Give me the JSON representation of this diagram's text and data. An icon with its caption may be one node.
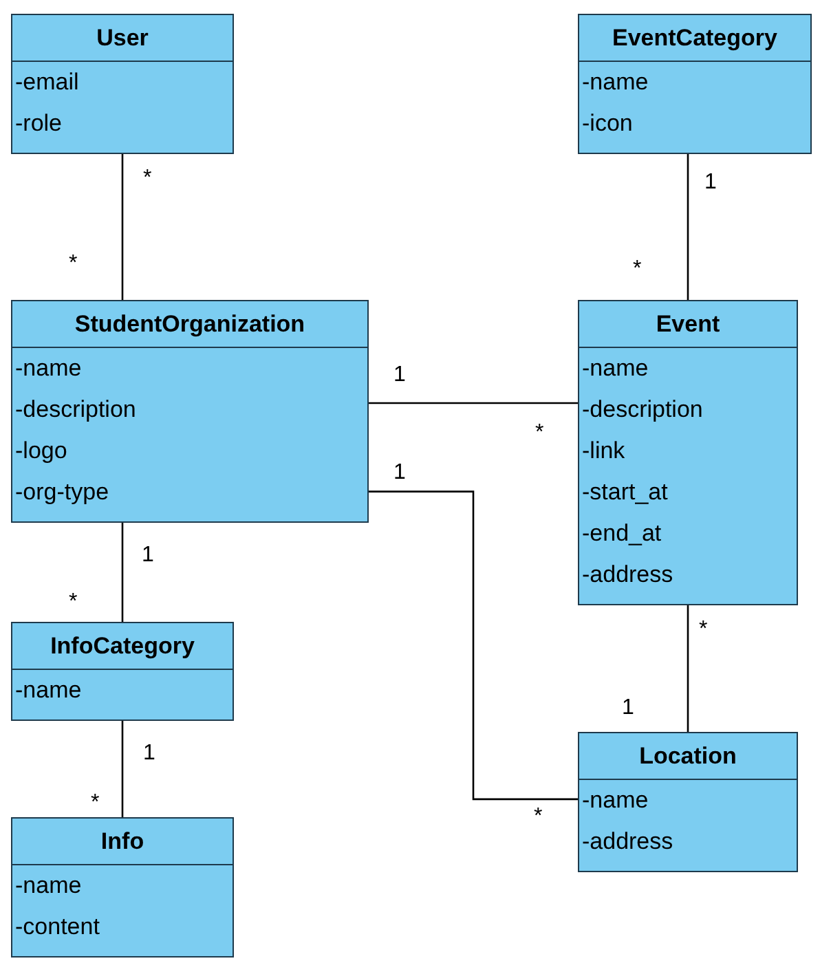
{
  "diagram": {
    "nodes": [
      {
        "text": [
          "User",
          "-email",
          "-role"
        ]
      },
      {
        "text": [
          "EventCategory",
          "-name",
          "-icon"
        ]
      },
      {
        "text": [
          "StudentOrganization",
          "-name",
          "-description",
          "-logo",
          "-org-type"
        ]
      },
      {
        "text": [
          "Event",
          "-name",
          "-description",
          "-link",
          "-start_at",
          "-end_at",
          "-address"
        ]
      },
      {
        "text": [
          "InfoCategory",
          "-name"
        ]
      },
      {
        "text": [
          "Location",
          "-name",
          "-address"
        ]
      },
      {
        "text": [
          "Info",
          "-name",
          "-content"
        ]
      }
    ],
    "edges": [
      {
        "from": 0,
        "to": 2,
        "arrow": "none"
      },
      {
        "from": 1,
        "to": 3,
        "arrow": "none"
      },
      {
        "from": 2,
        "to": 3,
        "arrow": "none"
      },
      {
        "from": 2,
        "to": 5,
        "arrow": "none"
      },
      {
        "from": 3,
        "to": 5,
        "arrow": "none"
      },
      {
        "from": 2,
        "to": 4,
        "arrow": "none"
      },
      {
        "from": 4,
        "to": 6,
        "arrow": "none"
      }
    ],
    "labels": [
      "*",
      "1",
      "*",
      "*",
      "1",
      "*",
      "1",
      "1",
      "*",
      "*",
      "*",
      "1",
      "1",
      "*"
    ]
  }
}
